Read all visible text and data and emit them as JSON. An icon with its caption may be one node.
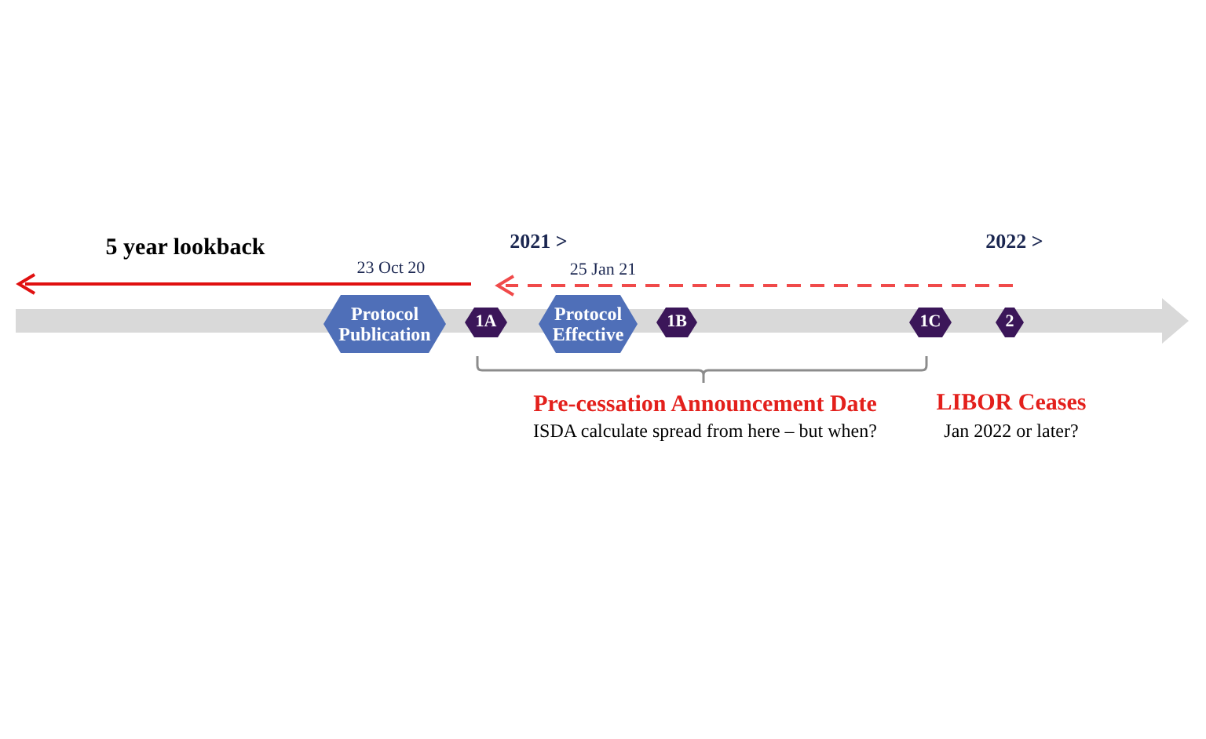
{
  "diagram": {
    "nodes": [
      {
        "text": [
          "Protocol Publication"
        ]
      },
      {
        "text": [
          "1A"
        ]
      },
      {
        "text": [
          "Protocol Effective"
        ]
      },
      {
        "text": [
          "1B"
        ]
      },
      {
        "text": [
          "1C"
        ]
      },
      {
        "text": [
          "2"
        ]
      }
    ],
    "labels": [
      "5 year lookback",
      "2021 >",
      "2022 >",
      "23 Oct 20",
      "25 Jan 21",
      "Pre-cessation Announcement Date",
      "ISDA calculate spread from here – but when?",
      "LIBOR Ceases",
      "Jan 2022 or later?"
    ]
  }
}
